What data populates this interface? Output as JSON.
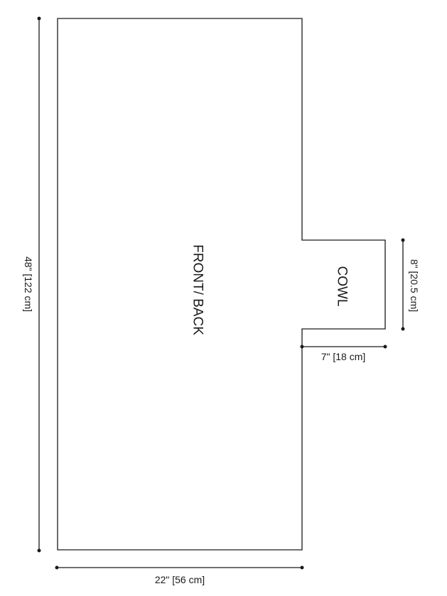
{
  "pieces": {
    "front_back": {
      "label": "FRONT/ BACK"
    },
    "cowl": {
      "label": "COWL"
    }
  },
  "dimensions": {
    "body_length": "48\" [122 cm]",
    "body_width": "22\" [56 cm]",
    "cowl_height": "8\" [20.5 cm]",
    "cowl_width": "7\" [18 cm]"
  },
  "colors": {
    "line": "#1a1a1a",
    "background": "#ffffff"
  }
}
